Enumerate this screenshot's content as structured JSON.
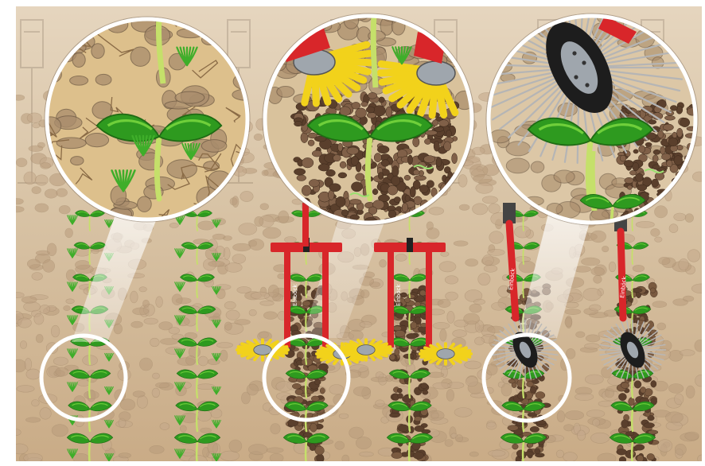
{
  "brand_text": "Einböck",
  "colors": {
    "soil_light": "#d8c3a5",
    "soil_mid": "#c9ab86",
    "crust": "#ddc08c",
    "crust_crack": "#8a6b46",
    "pebble": "#a88c6c",
    "pebble_dark": "#6e5a45",
    "tilled_soil": "#5a3f2c",
    "leaf": "#2e9a1f",
    "leaf_light": "#6fcf3a",
    "stem": "#c5e06a",
    "weed": "#3fae2a",
    "frame_red": "#d8262a",
    "finger_yellow": "#f2d21b",
    "steel": "#9fa6ad",
    "brush_wheel": "#1d1d1d",
    "lens_border": "#ffffff"
  },
  "panels": [
    {
      "id": "untreated",
      "tool": "none"
    },
    {
      "id": "finger-weeder",
      "tool": "finger-wheels"
    },
    {
      "id": "star-wheel-weeder",
      "tool": "brush-wheel"
    }
  ]
}
